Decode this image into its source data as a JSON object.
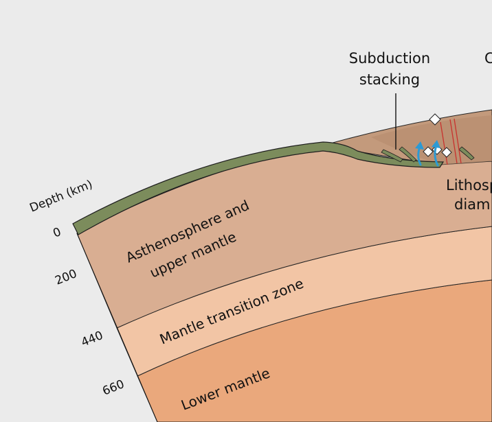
{
  "diagram": {
    "depth_axis_title": "Depth (km)",
    "depth_ticks": [
      "0",
      "200",
      "440",
      "660"
    ],
    "layers": [
      {
        "id": "asthenosphere",
        "line1": "Asthenosphere and",
        "line2": "upper mantle"
      },
      {
        "id": "transition",
        "line1": "Mantle transition zone"
      },
      {
        "id": "lower",
        "line1": "Lower mantle"
      }
    ],
    "callouts": {
      "subduction_line1": "Subduction",
      "subduction_line2": "stacking",
      "top_right_partial": "C",
      "lithos_line1": "Lithosp",
      "lithos_line2": "diam"
    },
    "colors": {
      "background": "#ebebeb",
      "crust": "#7c8c5c",
      "upper_mantle": "#d9ae92",
      "transition_zone": "#f2c5a5",
      "lower_mantle": "#eaa87c",
      "lithosphere": "#c39a7c",
      "arrow": "#2c9ad4",
      "fault": "#c8322e"
    }
  }
}
